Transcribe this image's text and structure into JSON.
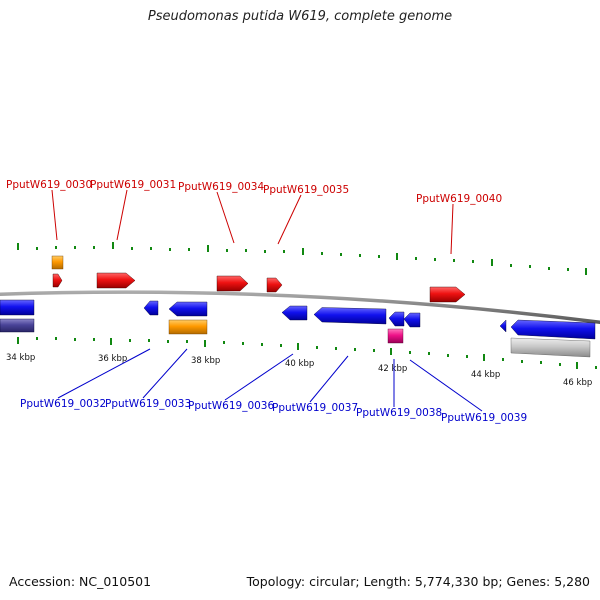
{
  "title": "Pseudomonas putida W619, complete genome",
  "footer": {
    "accession": "Accession: NC_010501",
    "summary": "Topology: circular; Length: 5,774,330 bp; Genes: 5,280"
  },
  "colors": {
    "forward_label": "#cc0000",
    "reverse_label": "#0000cc",
    "forward_gene": "#ee1111",
    "reverse_gene": "#1111ee",
    "orange_gene": "#ff9900",
    "magenta_gene": "#ee1188",
    "purple_gene": "#4a4499",
    "gray_gene": "#c8c8c8",
    "tick": "#118811",
    "backbone": "#808080"
  },
  "scale_labels": [
    {
      "label": "34 kbp"
    },
    {
      "label": "36 kbp"
    },
    {
      "label": "38 kbp"
    },
    {
      "label": "40 kbp"
    },
    {
      "label": "42 kbp"
    },
    {
      "label": "44 kbp"
    },
    {
      "label": "46 kbp"
    }
  ],
  "forward_labels": [
    {
      "id": "PputW619_0030"
    },
    {
      "id": "PputW619_0031"
    },
    {
      "id": "PputW619_0034"
    },
    {
      "id": "PputW619_0035"
    },
    {
      "id": "PputW619_0040"
    }
  ],
  "reverse_labels": [
    {
      "id": "PputW619_0032"
    },
    {
      "id": "PputW619_0033"
    },
    {
      "id": "PputW619_0036"
    },
    {
      "id": "PputW619_0037"
    },
    {
      "id": "PputW619_0038"
    },
    {
      "id": "PputW619_0039"
    }
  ]
}
